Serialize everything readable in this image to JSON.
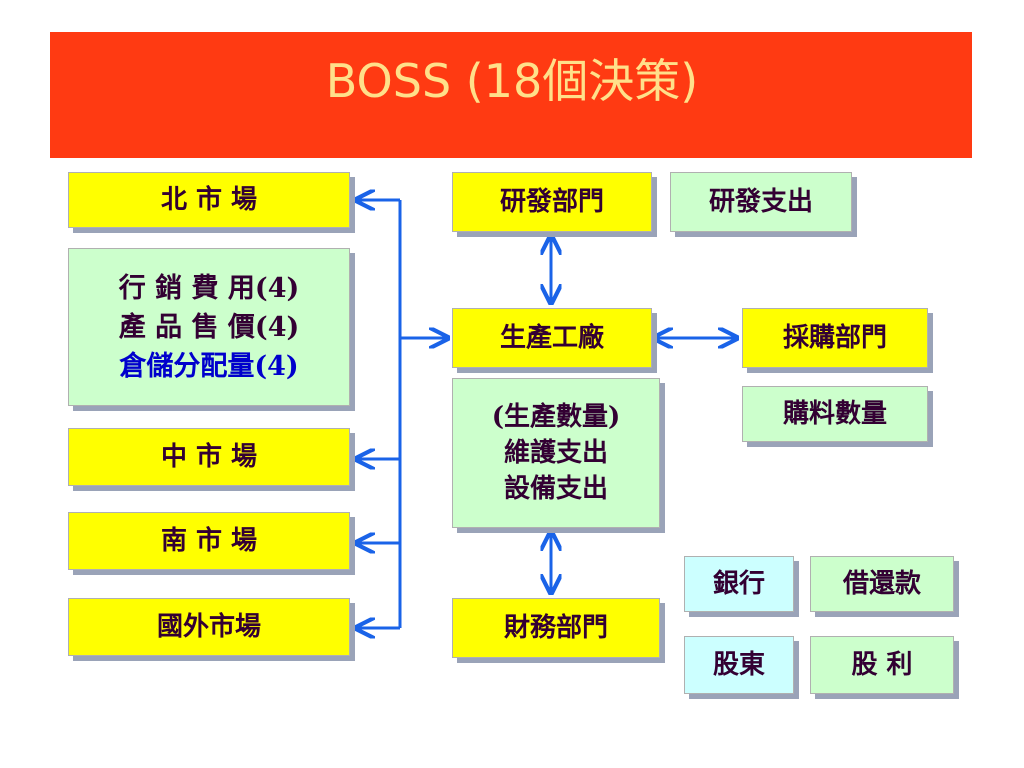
{
  "title": "BOSS (18個決策)",
  "colors": {
    "banner": "#ff3a12",
    "title_text": "#ffe08a",
    "arrow": "#1a63e8",
    "yellow_box": "#ffff00",
    "green_box": "#ccffcc",
    "cyan_box": "#ccffff"
  },
  "markets": {
    "north": "北 市 場",
    "marketing_lines": [
      "行 銷 費 用(4)",
      "產 品 售 價(4)",
      "倉儲分配量(4)"
    ],
    "central": "中 市 場",
    "south": "南 市 場",
    "foreign": "國外市場"
  },
  "rd": {
    "dept": "研發部門",
    "expense": "研發支出"
  },
  "factory": {
    "name": "生產工廠",
    "lines": [
      "(生產數量)",
      "維護支出",
      "設備支出"
    ]
  },
  "purchasing": {
    "dept": "採購部門",
    "item": "購料數量"
  },
  "finance": {
    "dept": "財務部門"
  },
  "funding": {
    "bank": "銀行",
    "loan": "借還款",
    "shareholders": "股東",
    "dividend": "股 利"
  }
}
